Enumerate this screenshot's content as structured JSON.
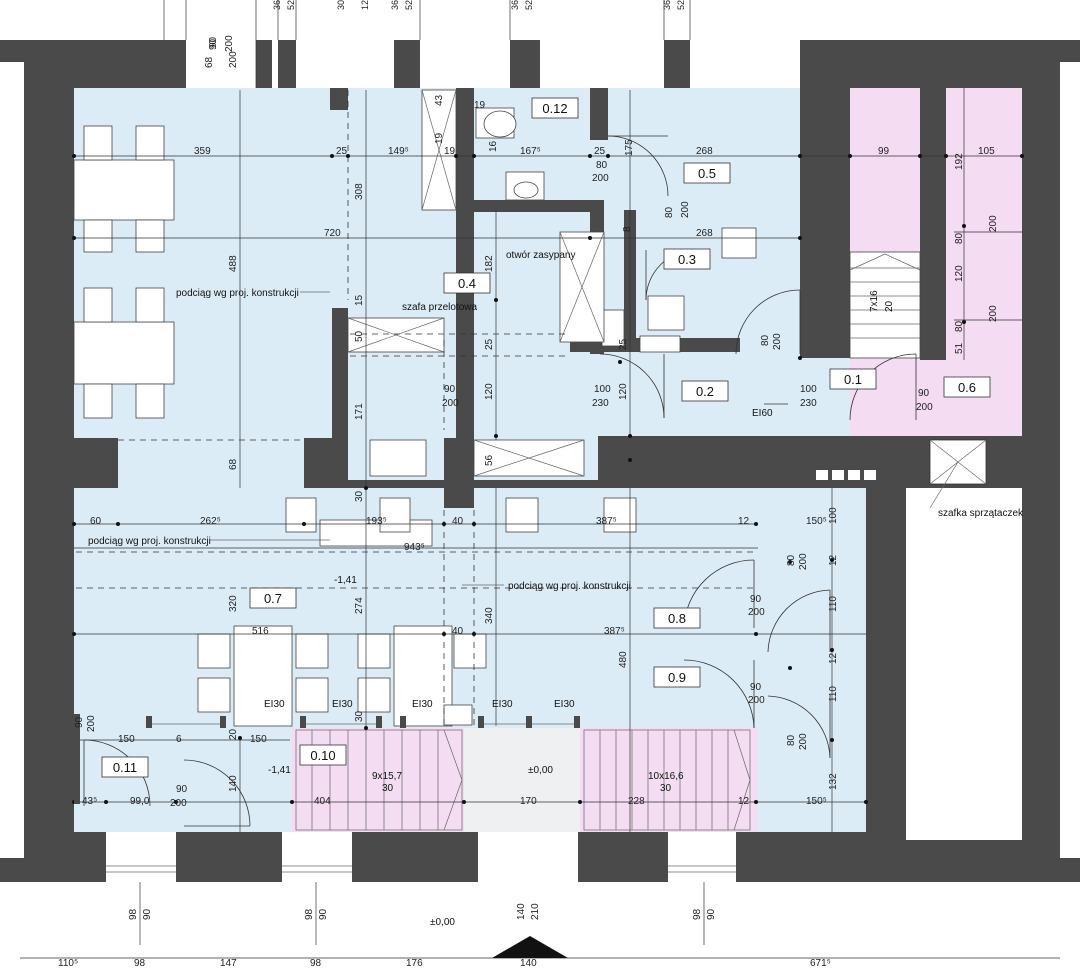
{
  "rooms": [
    {
      "id": "r01",
      "label": "0.1"
    },
    {
      "id": "r02",
      "label": "0.2"
    },
    {
      "id": "r03",
      "label": "0.3"
    },
    {
      "id": "r04",
      "label": "0.4"
    },
    {
      "id": "r05",
      "label": "0.5"
    },
    {
      "id": "r06",
      "label": "0.6"
    },
    {
      "id": "r07",
      "label": "0.7"
    },
    {
      "id": "r08",
      "label": "0.8"
    },
    {
      "id": "r09",
      "label": "0.9"
    },
    {
      "id": "r010",
      "label": "0.10"
    },
    {
      "id": "r011",
      "label": "0.11"
    },
    {
      "id": "r012",
      "label": "0.12"
    }
  ],
  "notes": {
    "podciag_1": "podciąg wg proj. konstrukcji",
    "podciag_2": "podciąg wg proj. konstrukcji",
    "podciag_3": "podciąg wg proj. konstrukcji",
    "szafa": "szafa przelotowa",
    "otwor": "otwór zasypany",
    "szafka": "szafka sprzątaczek",
    "ei60": "EI60",
    "ei30_1": "EI30",
    "ei30_2": "EI30",
    "ei30_3": "EI30",
    "ei30_4": "EI30",
    "ei30_5": "EI30",
    "level_1": "-1,41",
    "level_2": "-1,41",
    "level_3": "±0,00",
    "level_4": "±0,00",
    "stairs_a": "7x16",
    "stairs_a2": "20",
    "stairs_b": "9x15,7",
    "stairs_b2": "30",
    "stairs_c": "10x16,6",
    "stairs_c2": "30"
  },
  "doors": {
    "d1_w": "80",
    "d1_h": "200",
    "d2_w": "80",
    "d2_h": "200",
    "d3_w": "100",
    "d3_h": "230",
    "d4_w": "80",
    "d4_h": "200",
    "d5_w": "100",
    "d5_h": "230",
    "d6_w": "90",
    "d6_h": "200",
    "d7_w": "90",
    "d7_h": "200",
    "d8_w": "90",
    "d8_h": "200",
    "d9_w": "90",
    "d9_h": "200",
    "d10_w": "80",
    "d10_h": "200",
    "d11_w": "80",
    "d11_h": "200",
    "d12_w": "90",
    "d12_h": "200",
    "d13_w": "90",
    "d13_h": "200",
    "d14_w": "80",
    "d14_h": "200",
    "d15_w": "80",
    "d15_h": "200",
    "d16_w": "90",
    "d16_h": "200"
  },
  "dimensions": {
    "d_359": "359",
    "d_25a": "25",
    "d_149": "149⁵",
    "d_19a": "19",
    "d_167": "167⁵",
    "d_25b": "25",
    "d_268a": "268",
    "d_99": "99",
    "d_105": "105",
    "d_720": "720",
    "d_268b": "268",
    "d_488": "488",
    "d_308": "308",
    "d_182": "182",
    "d_68a": "68",
    "d_171": "171",
    "d_120a": "120",
    "d_120b": "120",
    "d_56": "56",
    "d_50": "50",
    "d_25c": "25",
    "d_15": "15",
    "d_25d": "25",
    "d_43": "43",
    "d_19b": "19",
    "d_19c": "19",
    "d_16": "16",
    "d_175": "175",
    "d_192": "192",
    "d_120c": "120",
    "d_51": "51",
    "d_8": "8",
    "d_60": "60",
    "d_262": "262⁵",
    "d_193": "193⁵",
    "d_40a": "40",
    "d_387a": "387⁵",
    "d_12a": "12",
    "d_150a": "150⁵",
    "d_100": "100",
    "d_943": "943⁵",
    "d_320": "320",
    "d_274": "274",
    "d_340": "340",
    "d_516": "516",
    "d_40b": "40",
    "d_387b": "387⁵",
    "d_480": "480",
    "d_110a": "110",
    "d_110b": "110",
    "d_12b": "12",
    "d_12c": "12",
    "d_132": "132",
    "d_150b": "150⁵",
    "d_12d": "12",
    "d_150c": "150",
    "d_6": "6",
    "d_20": "20",
    "d_150d": "150",
    "d_140": "140",
    "d_43b": "43⁵",
    "d_99_0": "99,0",
    "d_404": "404",
    "d_170": "170",
    "d_228": "228",
    "d_30a": "30",
    "d_30b": "30",
    "d_68b": "68",
    "d_90_200_top_1": "90",
    "d_90_200_top_2": "200",
    "d_top_36": "36",
    "d_top_52": "52",
    "d_top_30": "30",
    "d_top_12": "12",
    "d_top_36b": "36",
    "d_top_52b": "52",
    "d_top_36c": "36",
    "d_top_52c": "52",
    "d_top_36d": "36",
    "d_top_52d": "52",
    "d_90_left": "90",
    "d_200_left": "200",
    "b_110": "110⁵",
    "b_98a": "98",
    "b_147": "147",
    "b_98b": "98",
    "b_176": "176",
    "b_140": "140",
    "b_671": "671⁵",
    "w_98_1": "98",
    "w_90_1": "90",
    "w_98_2": "98",
    "w_90_2": "90",
    "w_98_3": "98",
    "w_90_3": "90",
    "entry_140": "140",
    "entry_210": "210"
  }
}
